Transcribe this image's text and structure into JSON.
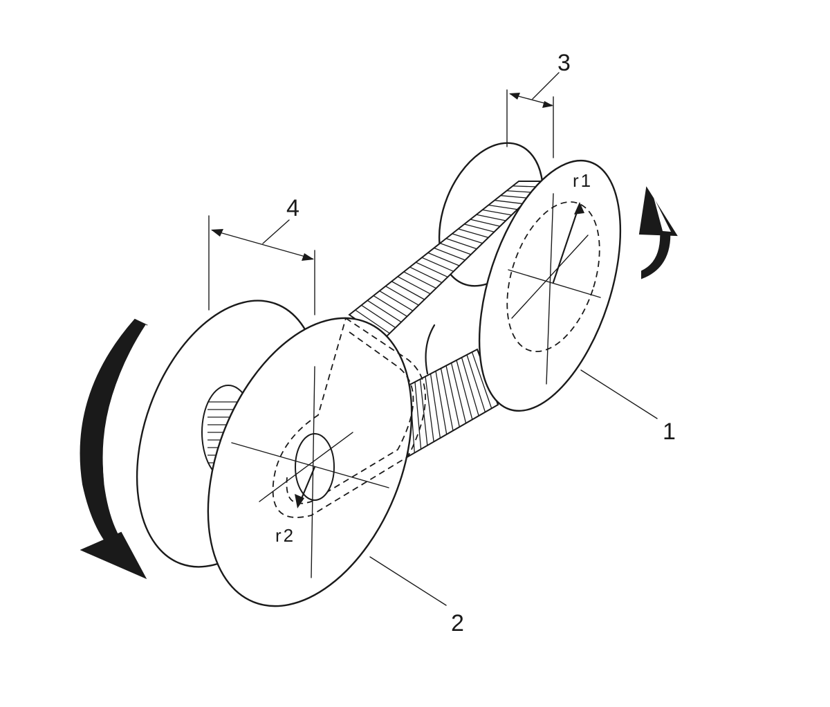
{
  "labels": {
    "drive_pulley": "1",
    "driven_pulley": "2",
    "drive_pulley_width": "3",
    "driven_pulley_width": "4",
    "drive_radius": "r1",
    "driven_radius": "r2"
  },
  "colors": {
    "line": "#1a1a1a",
    "arrow_fill": "#1a1a1a",
    "background": "#ffffff"
  },
  "icons": {
    "rotation_left": "curved-arrow-down-icon",
    "rotation_right": "curved-arrow-up-icon"
  }
}
